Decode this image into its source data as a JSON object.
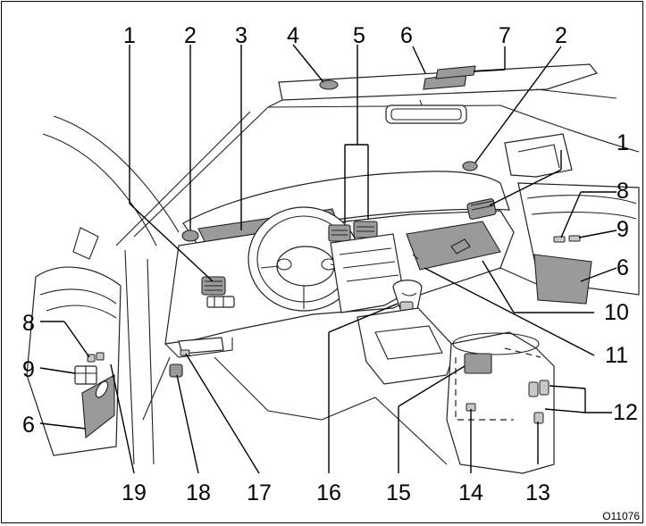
{
  "diagram": {
    "callouts": {
      "c1_left": "1",
      "c2_left": "2",
      "c3": "3",
      "c4": "4",
      "c5": "5",
      "c6_top": "6",
      "c7": "7",
      "c2_right": "2",
      "c1_right": "1",
      "c8_right": "8",
      "c9_right": "9",
      "c6_right": "6",
      "c10": "10",
      "c11": "11",
      "c12": "12",
      "c8_left": "8",
      "c9_left": "9",
      "c6_left": "6",
      "c19": "19",
      "c18": "18",
      "c17": "17",
      "c16": "16",
      "c15": "15",
      "c14": "14",
      "c13": "13"
    },
    "figure_code": "O11076"
  }
}
